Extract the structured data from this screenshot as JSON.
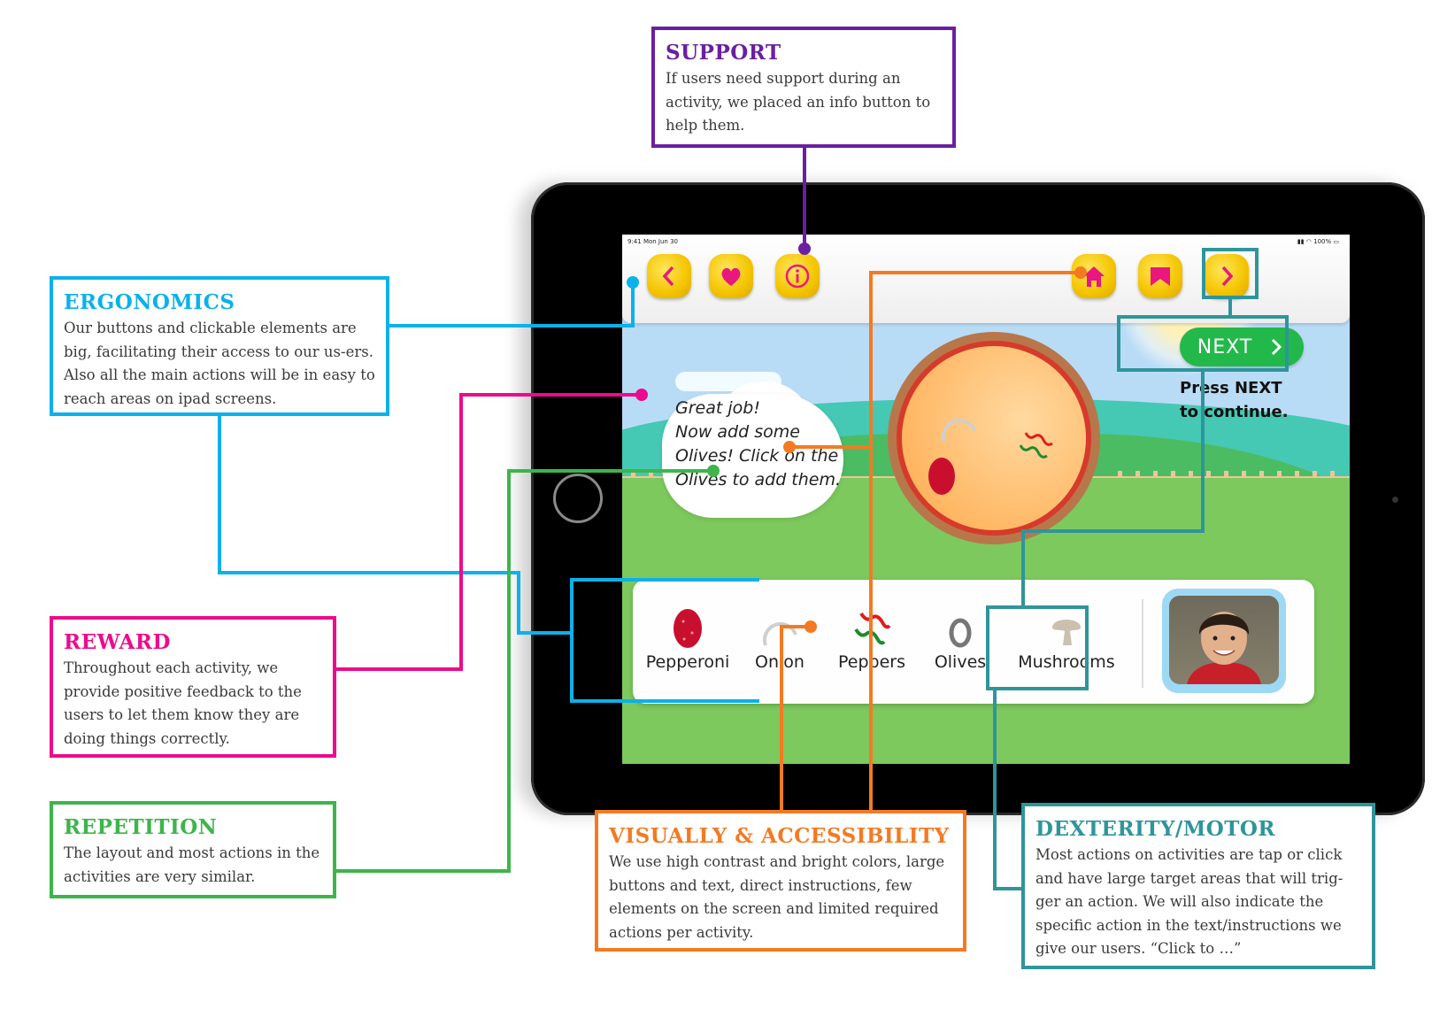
{
  "annotations": {
    "support": {
      "title": "SUPPORT",
      "body": "If users need support during an activity, we placed an info button to help them.",
      "color": "#6a1fa0"
    },
    "ergonomics": {
      "title": "ERGONOMICS",
      "body": "Our buttons and clickable elements are big, facilitating their access to our us-ers. Also all the main actions will be in easy to reach areas on ipad screens.",
      "color": "#0bb1ea"
    },
    "reward": {
      "title": "REWARD",
      "body": "Throughout each activity, we provide positive feedback to the users to let them know they are doing things correctly.",
      "color": "#ec0b8c"
    },
    "repetition": {
      "title": "REPETITION",
      "body": "The layout and most actions in the activities are very similar.",
      "color": "#3db54a"
    },
    "visually": {
      "title": "VISUALLY & ACCESSIBILITY",
      "body": "We use high contrast and bright colors, large buttons and text, direct instructions, few elements on the screen and limited required actions per activity.",
      "color": "#f37a23"
    },
    "dexterity": {
      "title": "DEXTERITY/MOTOR",
      "body": "Most actions on activities are tap or click and have large target areas that will trig-ger an action. We will also indicate the specific action in the text/instructions we give our users. “Click to …”",
      "color": "#2e959b"
    }
  },
  "app": {
    "status_bar": {
      "time_date": "9:41  Mon Jun 30",
      "indicators": "100%"
    },
    "toolbar": {
      "left_buttons": [
        {
          "name": "back",
          "icon": "chevron-left-icon"
        },
        {
          "name": "favorite",
          "icon": "heart-icon"
        },
        {
          "name": "info",
          "icon": "info-icon"
        }
      ],
      "right_buttons": [
        {
          "name": "home",
          "icon": "home-icon"
        },
        {
          "name": "bookmark",
          "icon": "bookmark-icon"
        },
        {
          "name": "forward",
          "icon": "chevron-right-icon"
        }
      ]
    },
    "speech_bubble": {
      "lines": [
        "Great job!",
        "Now add some",
        "Olives! Click on the",
        "Olives to add them."
      ]
    },
    "next_button": {
      "label": "NEXT",
      "icon": "chevron-right-icon"
    },
    "press_next": {
      "lines": [
        "Press NEXT",
        "to continue."
      ]
    },
    "ingredients": [
      {
        "label": "Pepperoni",
        "icon": "pepperoni-icon"
      },
      {
        "label": "Onion",
        "icon": "onion-icon"
      },
      {
        "label": "Peppers",
        "icon": "peppers-icon"
      },
      {
        "label": "Olives",
        "icon": "olive-icon"
      },
      {
        "label": "Mushrooms",
        "icon": "mushroom-icon"
      }
    ],
    "avatar": {
      "description": "child-avatar"
    },
    "colors": {
      "button_yellow": "#f4c400",
      "icon_pink": "#e8187e",
      "next_green": "#22b94a"
    }
  }
}
